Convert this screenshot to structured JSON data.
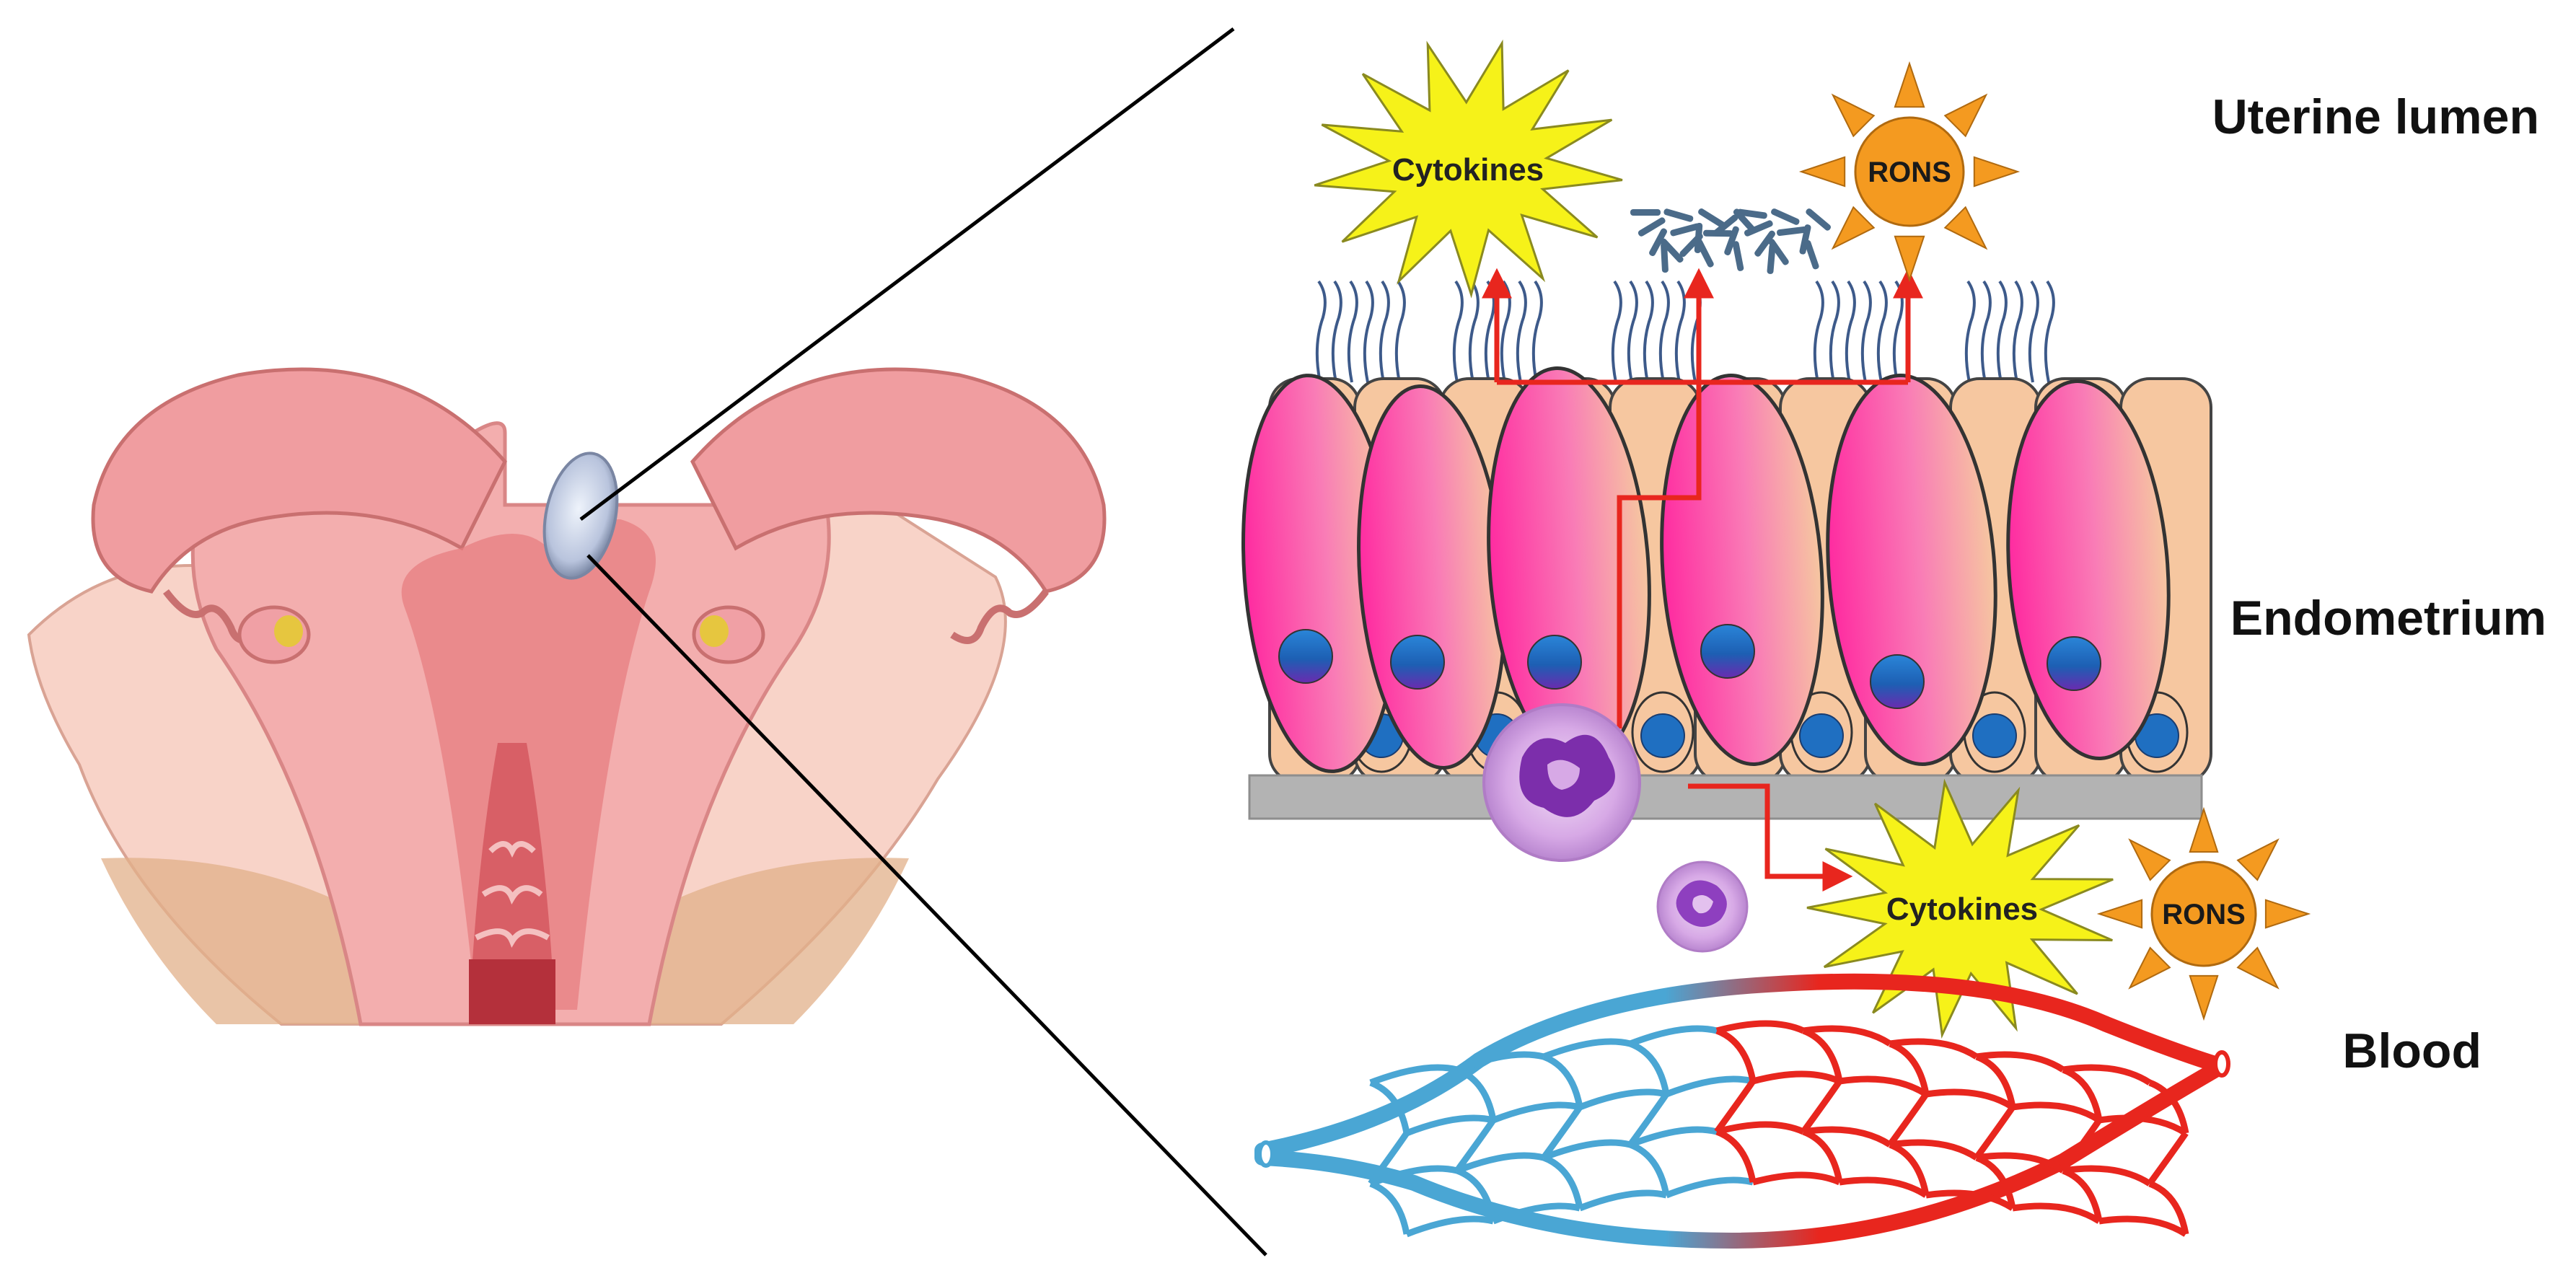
{
  "labels": {
    "uterine_lumen": "Uterine lumen",
    "endometrium": "Endometrium",
    "blood": "Blood"
  },
  "signals": {
    "cytokines_top": "Cytokines",
    "rons_top": "RONS",
    "cytokines_bottom": "Cytokines",
    "rons_bottom": "RONS"
  },
  "colors": {
    "uterus_outer": "#f0b4aa",
    "uterus_inner": "#e97f7f",
    "epithelial_cell_pink": "#ff3fa8",
    "epithelial_cell_peach": "#f6c7a0",
    "nucleus": "#1f6fc1",
    "basement_membrane": "#b3b3b3",
    "signal_arrow": "#e8261e",
    "cytokine_burst": "#f6f219",
    "rons_sun": "#f49a20",
    "vein_blue": "#4aa6d4",
    "artery_red": "#e8261e",
    "neutrophil": "#a155c9"
  }
}
